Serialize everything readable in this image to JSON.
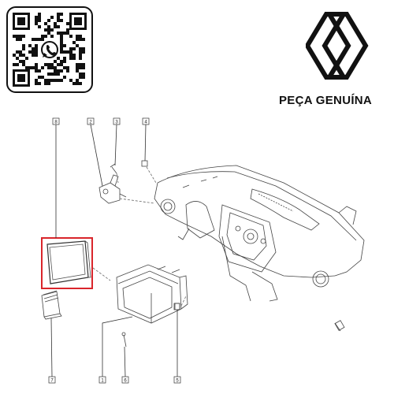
{
  "brand": {
    "caption": "PEÇA GENUÍNA",
    "logo_icon": "renault-diamond-icon",
    "qr_icon": "whatsapp-qr-code-icon",
    "whatsapp_icon": "whatsapp-icon"
  },
  "diagram": {
    "callouts": [
      {
        "id": "c8a",
        "label": "8"
      },
      {
        "id": "c2",
        "label": "2"
      },
      {
        "id": "c3",
        "label": "3"
      },
      {
        "id": "c4",
        "label": "4"
      },
      {
        "id": "c7",
        "label": "7"
      },
      {
        "id": "c1",
        "label": "1"
      },
      {
        "id": "c6",
        "label": "6"
      },
      {
        "id": "c5",
        "label": "5"
      }
    ],
    "highlight_color": "#d9252b"
  }
}
